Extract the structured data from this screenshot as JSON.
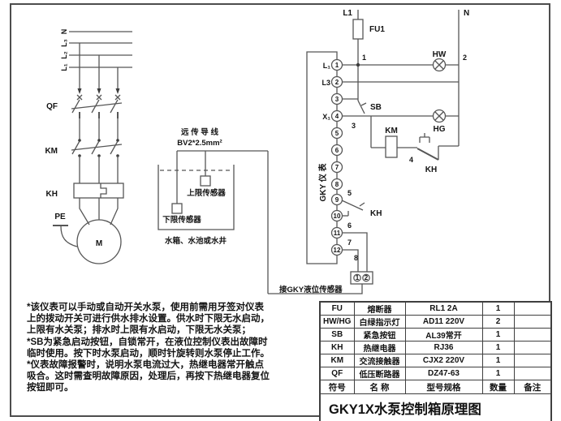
{
  "power": {
    "phase_n": "N",
    "phase_l3": "L₃",
    "phase_l2": "L₂",
    "phase_l1": "L₁",
    "qf_label": "QF",
    "km_label": "KM",
    "kh_label": "KH",
    "pe_label": "PE",
    "motor_label": "M"
  },
  "tank": {
    "cable_name": "远 传 导 线",
    "cable_spec": "BV2*2.5mm²",
    "upper_sensor": "上限传感器",
    "lower_sensor": "下限传感器",
    "caption": "水箱、水池或水井"
  },
  "control": {
    "l1_label": "L1",
    "n_label": "N",
    "fuse_label": "FU1",
    "hw_label": "HW",
    "hg_label": "HG",
    "sb_label": "SB",
    "km_label": "KM",
    "kh_nc_label": "KH",
    "kh_no_label": "KH",
    "meter_label": "GKY 仪 表",
    "terminals": [
      "1",
      "2",
      "3",
      "4",
      "5",
      "6",
      "7",
      "8",
      "9",
      "10",
      "11",
      "12"
    ],
    "t1_side": "L₁",
    "t2_side": "L3",
    "t4_side": "X₁",
    "w1": "1",
    "w2": "2",
    "w3": "3",
    "w4": "4",
    "w5": "5",
    "w6": "6",
    "w7": "7",
    "w8": "8",
    "sensor_plug_1": "1",
    "sensor_plug_2": "2",
    "sensor_label": "接GKY液位传感器"
  },
  "notes": {
    "lines": [
      "*该仪表可以手动或自动开关水泵，使用前需用牙签对仪表",
      "上的拨动开关可进行供水排水设置。供水时下限无水启动，",
      "上限有水关泵；排水时上限有水启动，下限无水关泵；",
      "*SB为紧急启动按钮，自锁常开，在液位控制仪表出故障时",
      "临时使用。按下时水泵启动，顺时针旋转则水泵停止工作。",
      "*仪表故障报警时，说明水泵电流过大，热继电器常开触点",
      "吸合。这时需查明故障原因，处理后，再按下热继电器复位",
      "按钮即可。"
    ]
  },
  "table": {
    "headers": [
      "符号",
      "名 称",
      "型号规格",
      "数量",
      "备注"
    ],
    "rows": [
      [
        "FU",
        "熔断器",
        "RL1 2A",
        "1",
        ""
      ],
      [
        "HW/HG",
        "白绿指示灯",
        "AD11 220V",
        "2",
        ""
      ],
      [
        "SB",
        "紧急按钮",
        "AL39常开",
        "1",
        ""
      ],
      [
        "KH",
        "热继电器",
        "RJ36",
        "1",
        ""
      ],
      [
        "KM",
        "交流接触器",
        "CJX2 220V",
        "1",
        ""
      ],
      [
        "QF",
        "低压断路器",
        "DZ47-63",
        "1",
        ""
      ]
    ],
    "title": "GKY1X水泵控制箱原理图"
  },
  "colors": {
    "line": "#565656",
    "text": "#141414",
    "frame": "#4d4d4d"
  }
}
